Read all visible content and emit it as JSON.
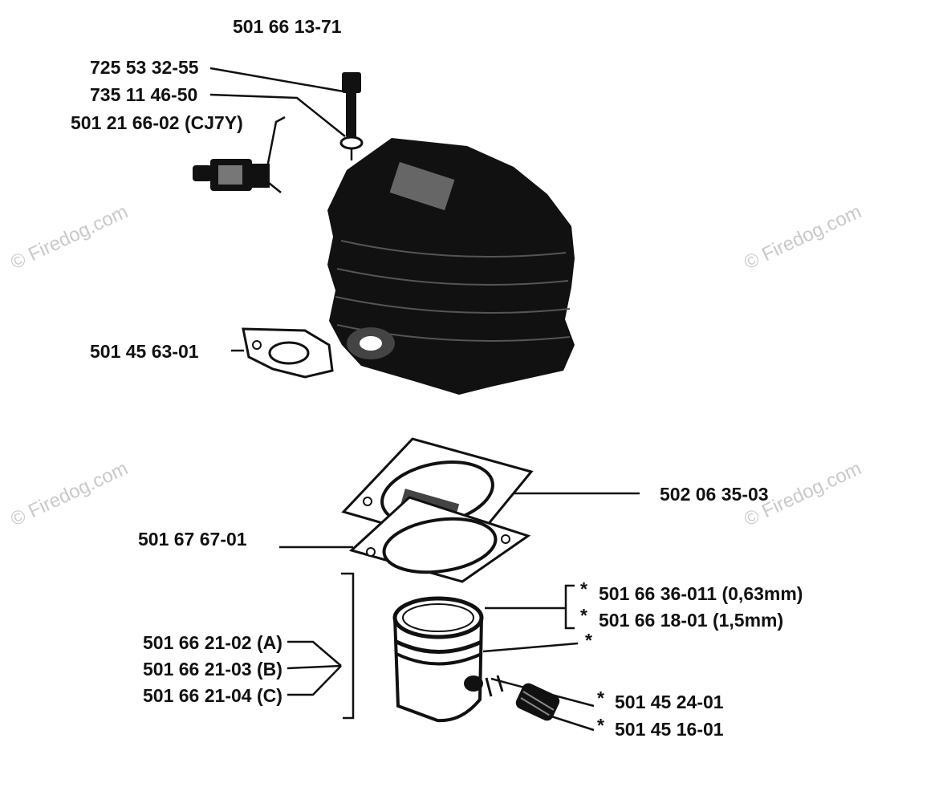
{
  "watermark": "© Firedog.com",
  "parts": {
    "assembly": "501 66 13-71",
    "screw": "725 53 32-55",
    "washer": "735 11 46-50",
    "spark_plug": "501 21 66-02 (CJ7Y)",
    "exhaust_gasket": "501 45 63-01",
    "cylinder_gasket_top": "502 06 35-03",
    "cylinder_gasket_bottom": "501 67 67-01",
    "ring_063": "501 66 36-011 (0,63mm)",
    "ring_15": "501 66 18-01 (1,5mm)",
    "ring_marker": "*",
    "piston_a": "501 66 21-02 (A)",
    "piston_b": "501 66 21-03 (B)",
    "piston_c": "501 66 21-04 (C)",
    "piston_pin": "501 45 24-01",
    "needle_bearing": "501 45 16-01"
  }
}
